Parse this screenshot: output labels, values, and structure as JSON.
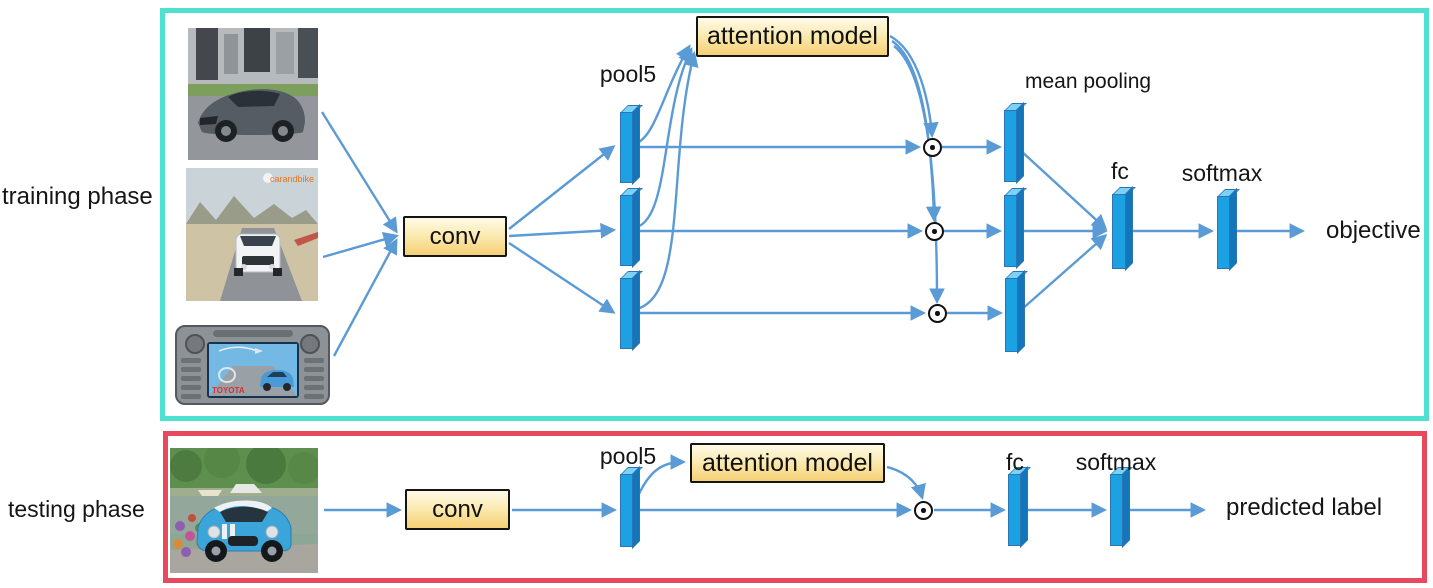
{
  "figure": {
    "training": {
      "phase_label": "training phase",
      "input_images": [
        {
          "alt": "grey sedan car in front of a modern building"
        },
        {
          "alt": "white car driving on a countryside road",
          "watermark": "carandbike"
        },
        {
          "alt": "Toyota in-car multimedia head unit showing a blue car on its screen",
          "screen_text": "TOYOTA"
        }
      ],
      "conv_label": "conv",
      "pool5_label": "pool5",
      "attention_label": "attention model",
      "mean_pooling_label": "mean pooling",
      "fc_label": "fc",
      "softmax_label": "softmax",
      "output_label": "objective"
    },
    "testing": {
      "phase_label": "testing phase",
      "input_images": [
        {
          "alt": "blue MINI Cooper with white roof parked by a lake"
        }
      ],
      "conv_label": "conv",
      "pool5_label": "pool5",
      "attention_label": "attention model",
      "fc_label": "fc",
      "softmax_label": "softmax",
      "output_label": "predicted label"
    },
    "operator": {
      "name": "element-wise product",
      "glyph": "circled dot"
    },
    "colors": {
      "training_border": "#4FE0D2",
      "testing_border": "#E8495C",
      "arrow_blue": "#5B9BD5",
      "bar_front": "#1CA1E2",
      "bar_top": "#7BD2F4",
      "bar_side": "#1376BB",
      "box_gradient_top": "#FEFAE8",
      "box_gradient_bottom": "#F5D075"
    }
  }
}
